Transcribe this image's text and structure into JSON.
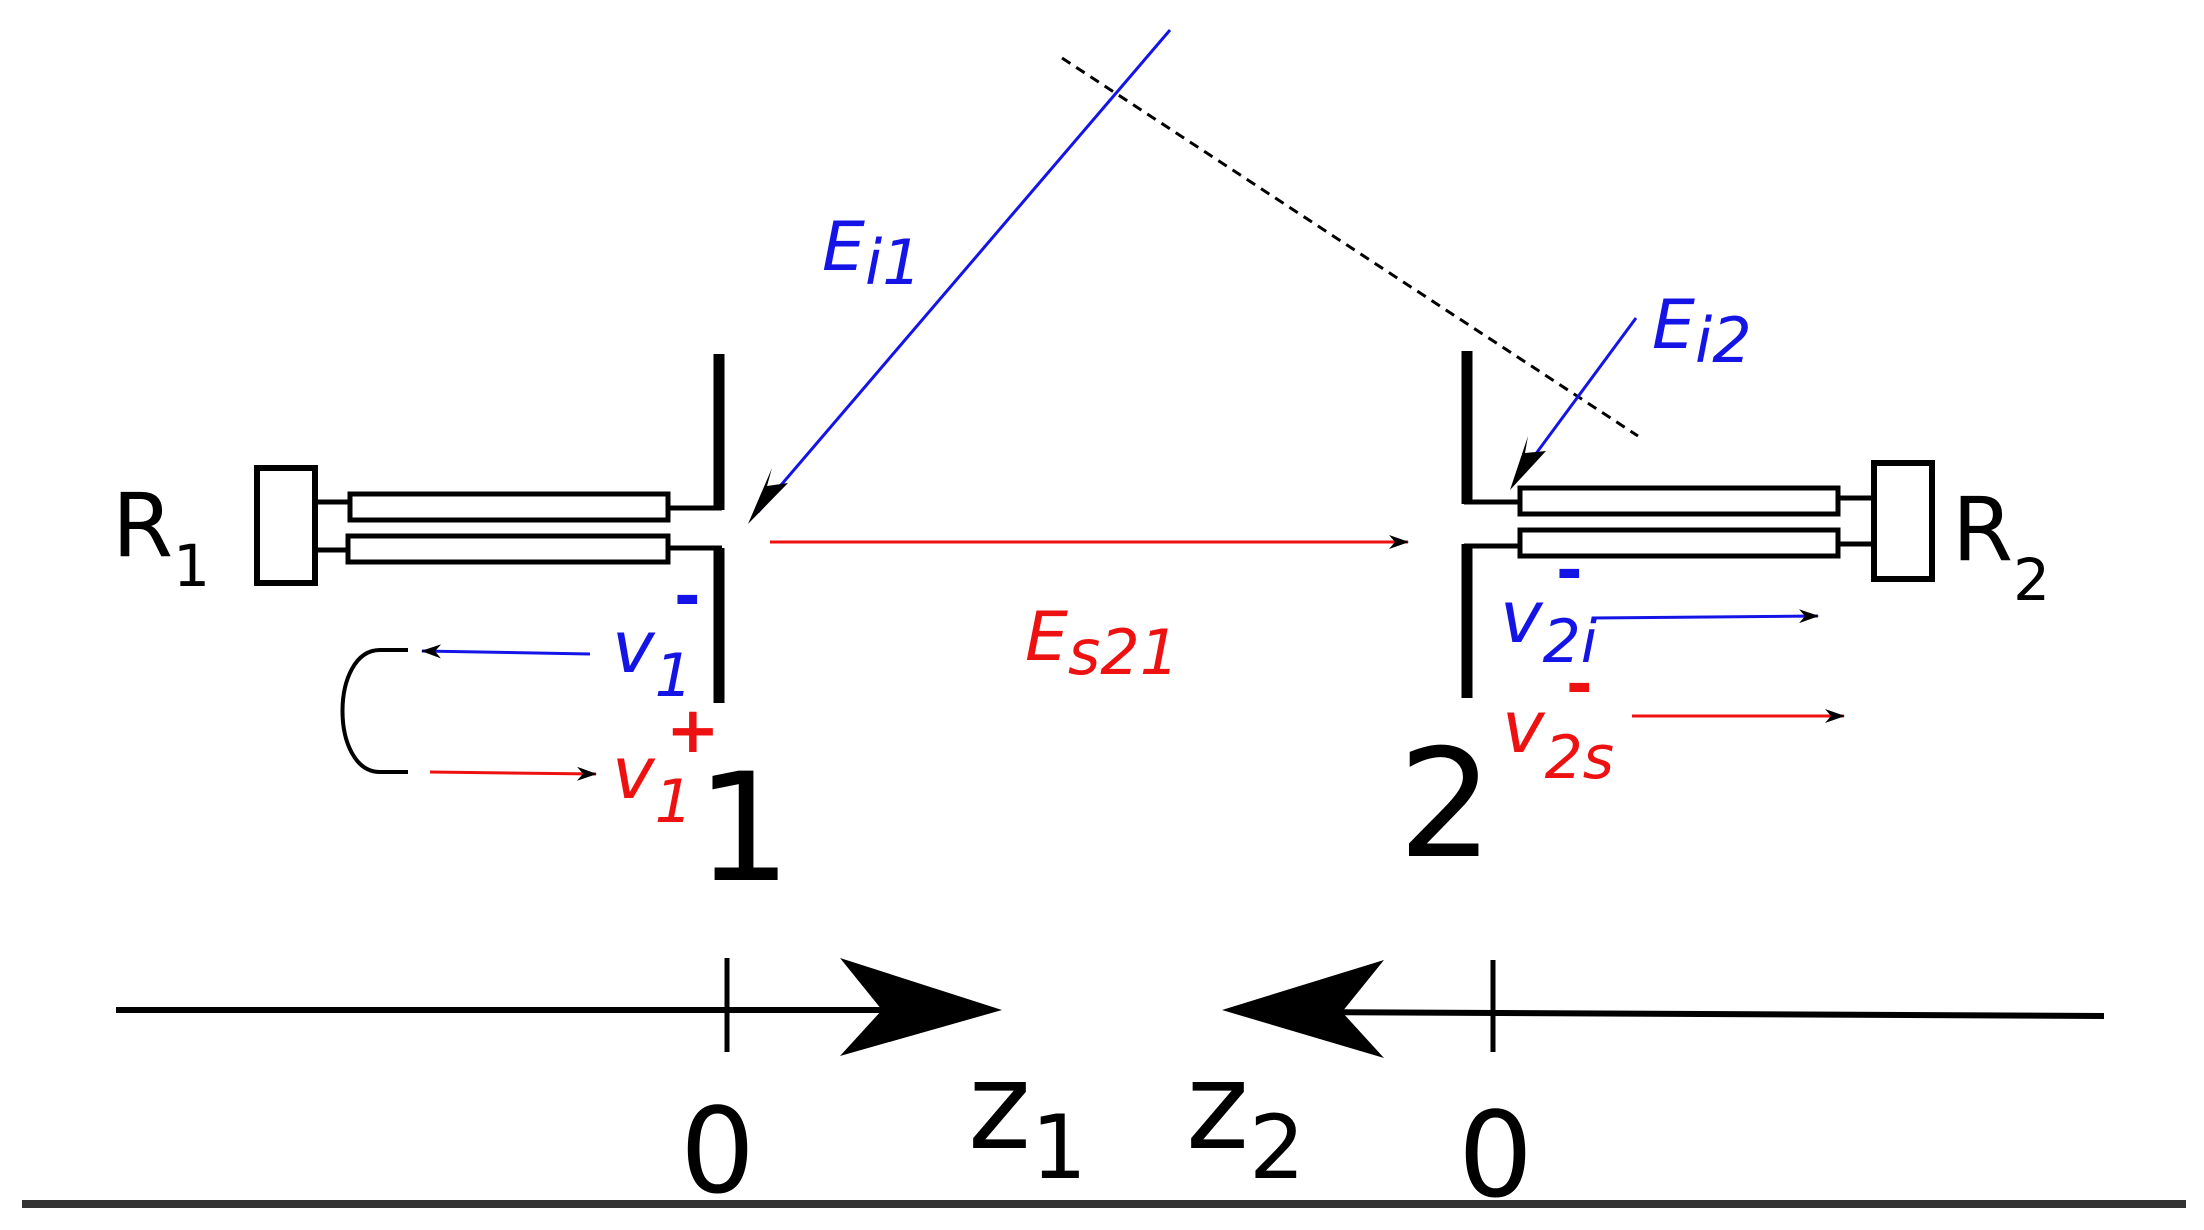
{
  "colors": {
    "incident": "#1414e6",
    "scattered": "#ee1111",
    "ink": "#000000",
    "ground": "#333333"
  },
  "loads": {
    "r1": {
      "main": "R",
      "sub": "1"
    },
    "r2": {
      "main": "R",
      "sub": "2"
    }
  },
  "antennas": {
    "a1": {
      "number": "1"
    },
    "a2": {
      "number": "2"
    }
  },
  "fields": {
    "ei1": {
      "main": "E",
      "sub": "i1"
    },
    "ei2": {
      "main": "E",
      "sub": "i2"
    },
    "es21": {
      "main": "E",
      "sub": "s21"
    }
  },
  "voltages": {
    "v1i": {
      "main": "v",
      "sub": "1",
      "sup": "-"
    },
    "v1s": {
      "main": "v",
      "sub": "1",
      "sup": "+"
    },
    "v2i": {
      "main": "v",
      "sub": "2i",
      "sup": "-"
    },
    "v2s": {
      "main": "v",
      "sub": "2s",
      "sup": "-"
    }
  },
  "axes": {
    "z1": {
      "main": "z",
      "sub": "1",
      "origin": "0"
    },
    "z2": {
      "main": "z",
      "sub": "2",
      "origin": "0"
    }
  }
}
